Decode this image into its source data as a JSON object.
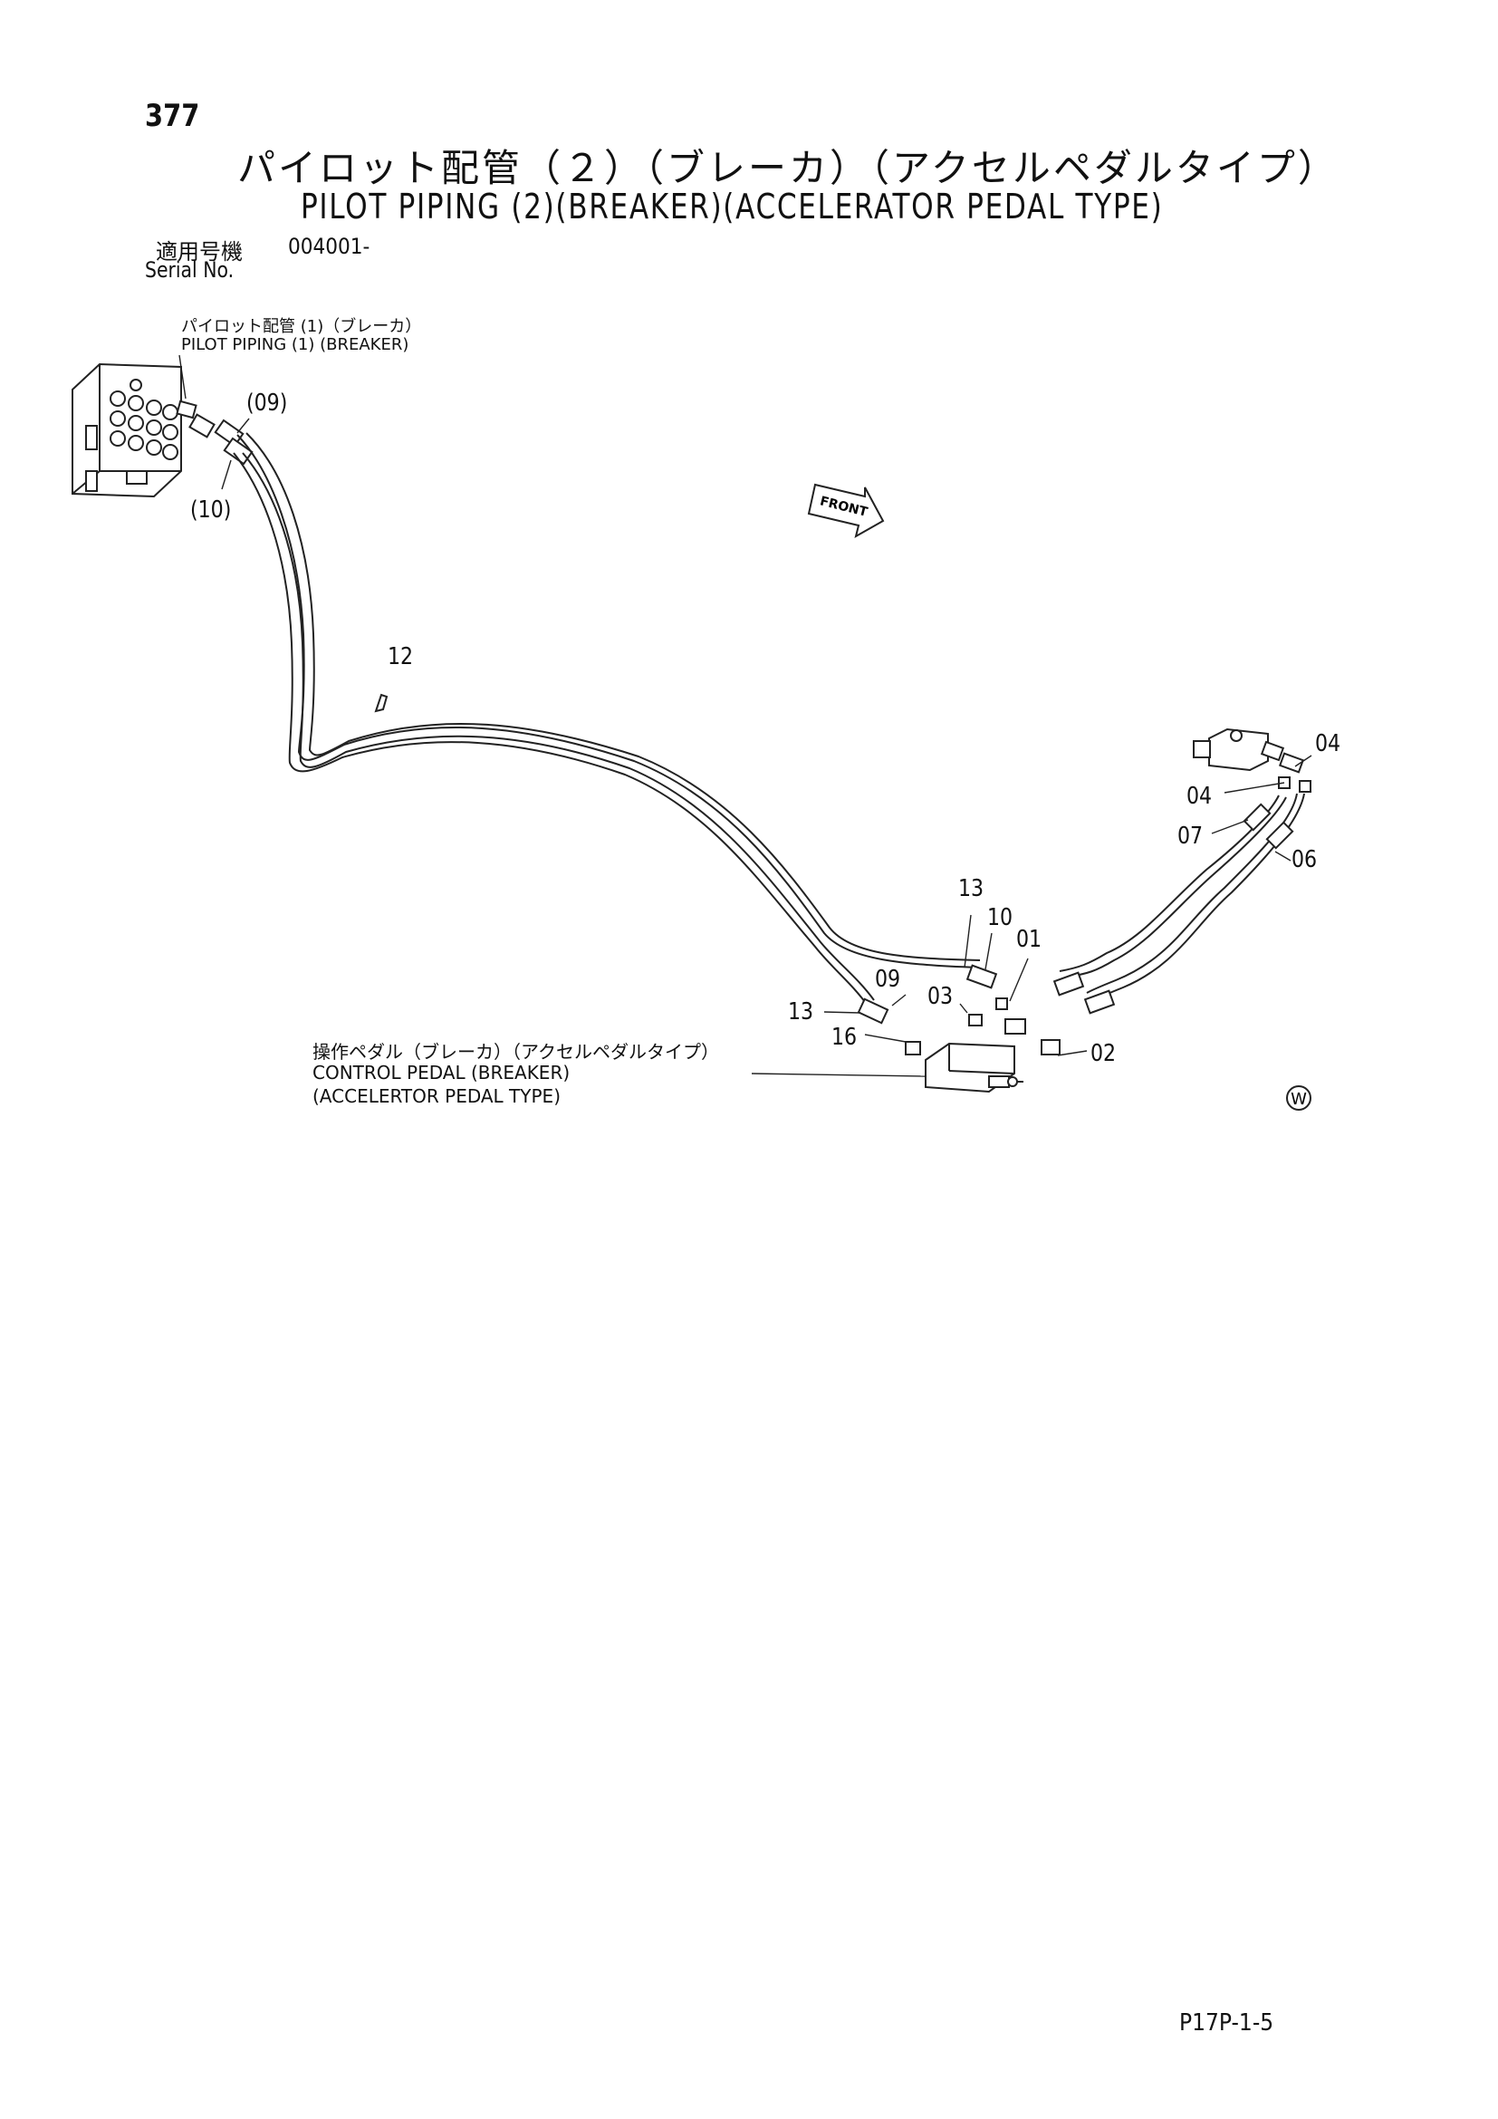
{
  "page_number": "377",
  "title_jp": "パイロット配管（２）（ブレーカ）（アクセルペダルタイプ）",
  "title_en": "PILOT PIPING (2)(BREAKER)(ACCELERATOR PEDAL TYPE)",
  "serial": {
    "label_jp": "適用号機",
    "value": "004001-",
    "label_en": "Serial No."
  },
  "reference": {
    "label_jp": "パイロット配管 (1)（ブレーカ）",
    "label_en": "PILOT PIPING (1) (BREAKER)"
  },
  "front_label": "FRONT",
  "callouts": [
    "(09)",
    "(10)",
    "12",
    "04",
    "04",
    "07",
    "06",
    "13",
    "10",
    "01",
    "09",
    "03",
    "13",
    "16",
    "02"
  ],
  "control_pedal": {
    "label_jp": "操作ペダル（ブレーカ）（アクセルペダルタイプ）",
    "label_en_1": "CONTROL PEDAL (BREAKER)",
    "label_en_2": "(ACCELERTOR PEDAL TYPE)"
  },
  "w_mark": "W",
  "drawing_code": "P17P-1-5"
}
